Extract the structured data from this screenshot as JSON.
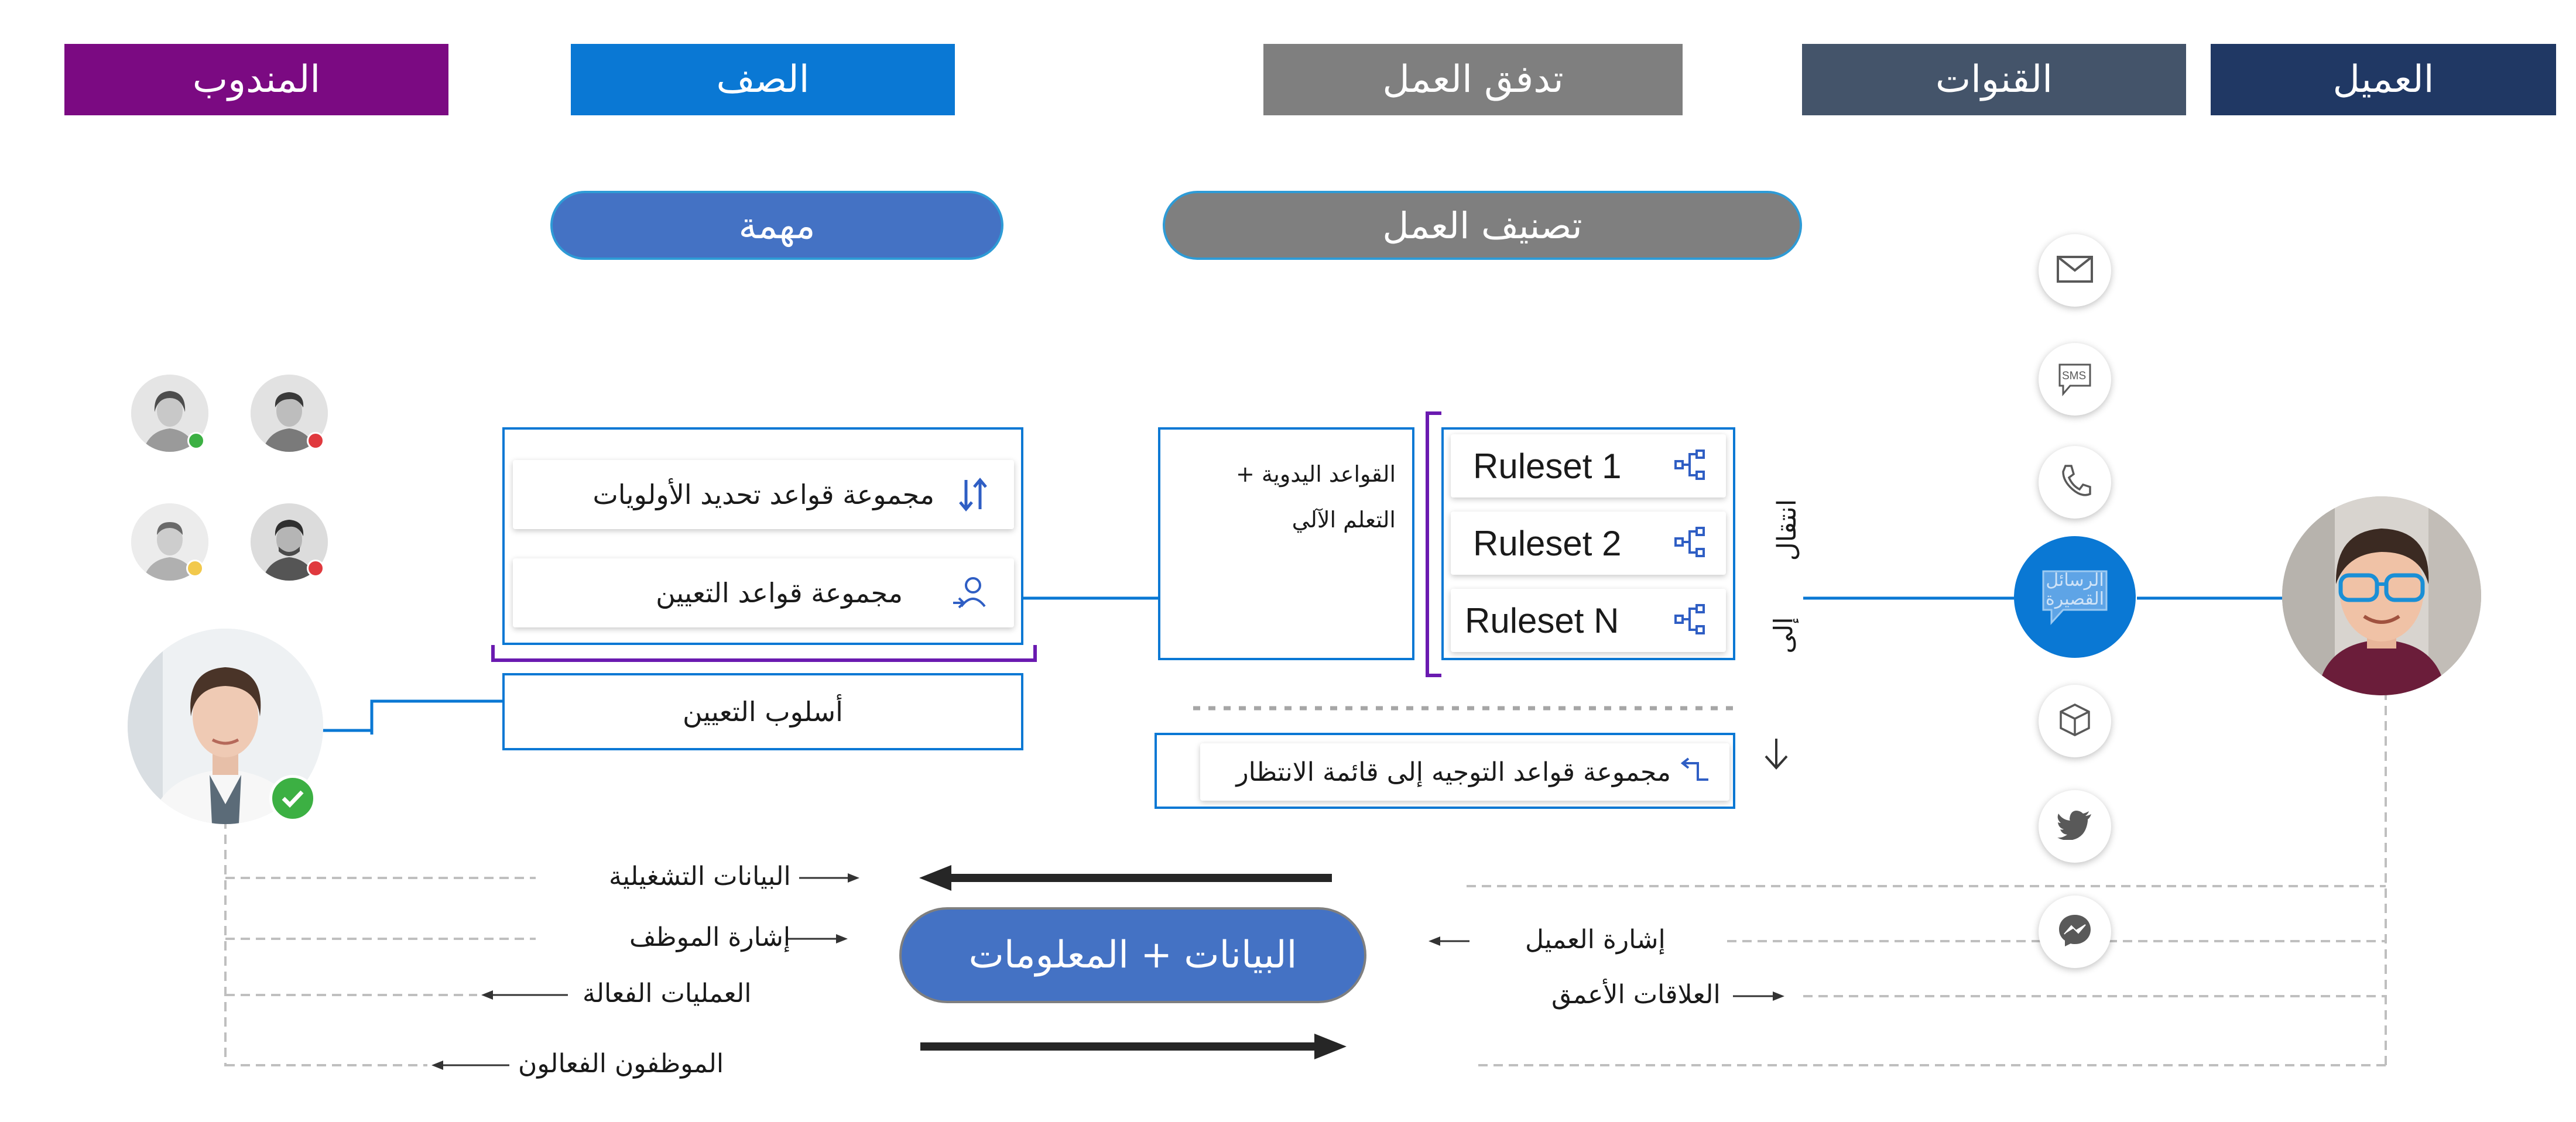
{
  "headers": {
    "agent": "المندوب",
    "queue": "الصف",
    "workflow": "تدفق العمل",
    "channels": "القنوات",
    "customer": "العميل"
  },
  "pills": {
    "task": "مهمة",
    "work_classification": "تصنيف العمل",
    "data_insights": "البيانات + المعلومات"
  },
  "queue_box": {
    "prioritization": "مجموعة قواعد تحديد الأولويات",
    "assignment": "مجموعة قواعد التعيين",
    "assignment_method": "أسلوب التعيين"
  },
  "classification_box": {
    "line1": "القواعد اليدوية +",
    "line2": "التعلم الآلي"
  },
  "rulesets": [
    "Ruleset 1",
    "Ruleset 2",
    "Ruleset N"
  ],
  "vertical_label": {
    "line1": "انتقال",
    "line2": "إلى"
  },
  "route_to_queue": "مجموعة قواعد التوجيه إلى قائمة الانتظار",
  "channels": {
    "items": [
      "email-icon",
      "sms-icon",
      "phone-icon",
      "chat-icon",
      "box-icon",
      "twitter-icon",
      "messenger-icon"
    ],
    "sms_text": "SMS",
    "active_label": "الرسائل القصيرة"
  },
  "bottom_left": {
    "operational_data": "البيانات التشغيلية",
    "employee_signal": "إشارة الموظف",
    "efficient_operations": "العمليات الفعالة",
    "effective_employees": "الموظفون الفعالون"
  },
  "bottom_right": {
    "customer_signal": "إشارة العميل",
    "deeper_relationships": "العلاقات الأعمق"
  },
  "colors": {
    "agent_header": "#7b0a82",
    "queue_header": "#0a78d4",
    "workflow_header": "#7f7f7f",
    "channels_header": "#44546a",
    "customer_header": "#203864",
    "pill_blue": "#4472c4",
    "pill_gray": "#7f7f7f",
    "box_border": "#0a78d4",
    "active_channel": "#0a78d4",
    "available": "#3cb043",
    "busy": "#e0393e",
    "away": "#f2c94c"
  }
}
